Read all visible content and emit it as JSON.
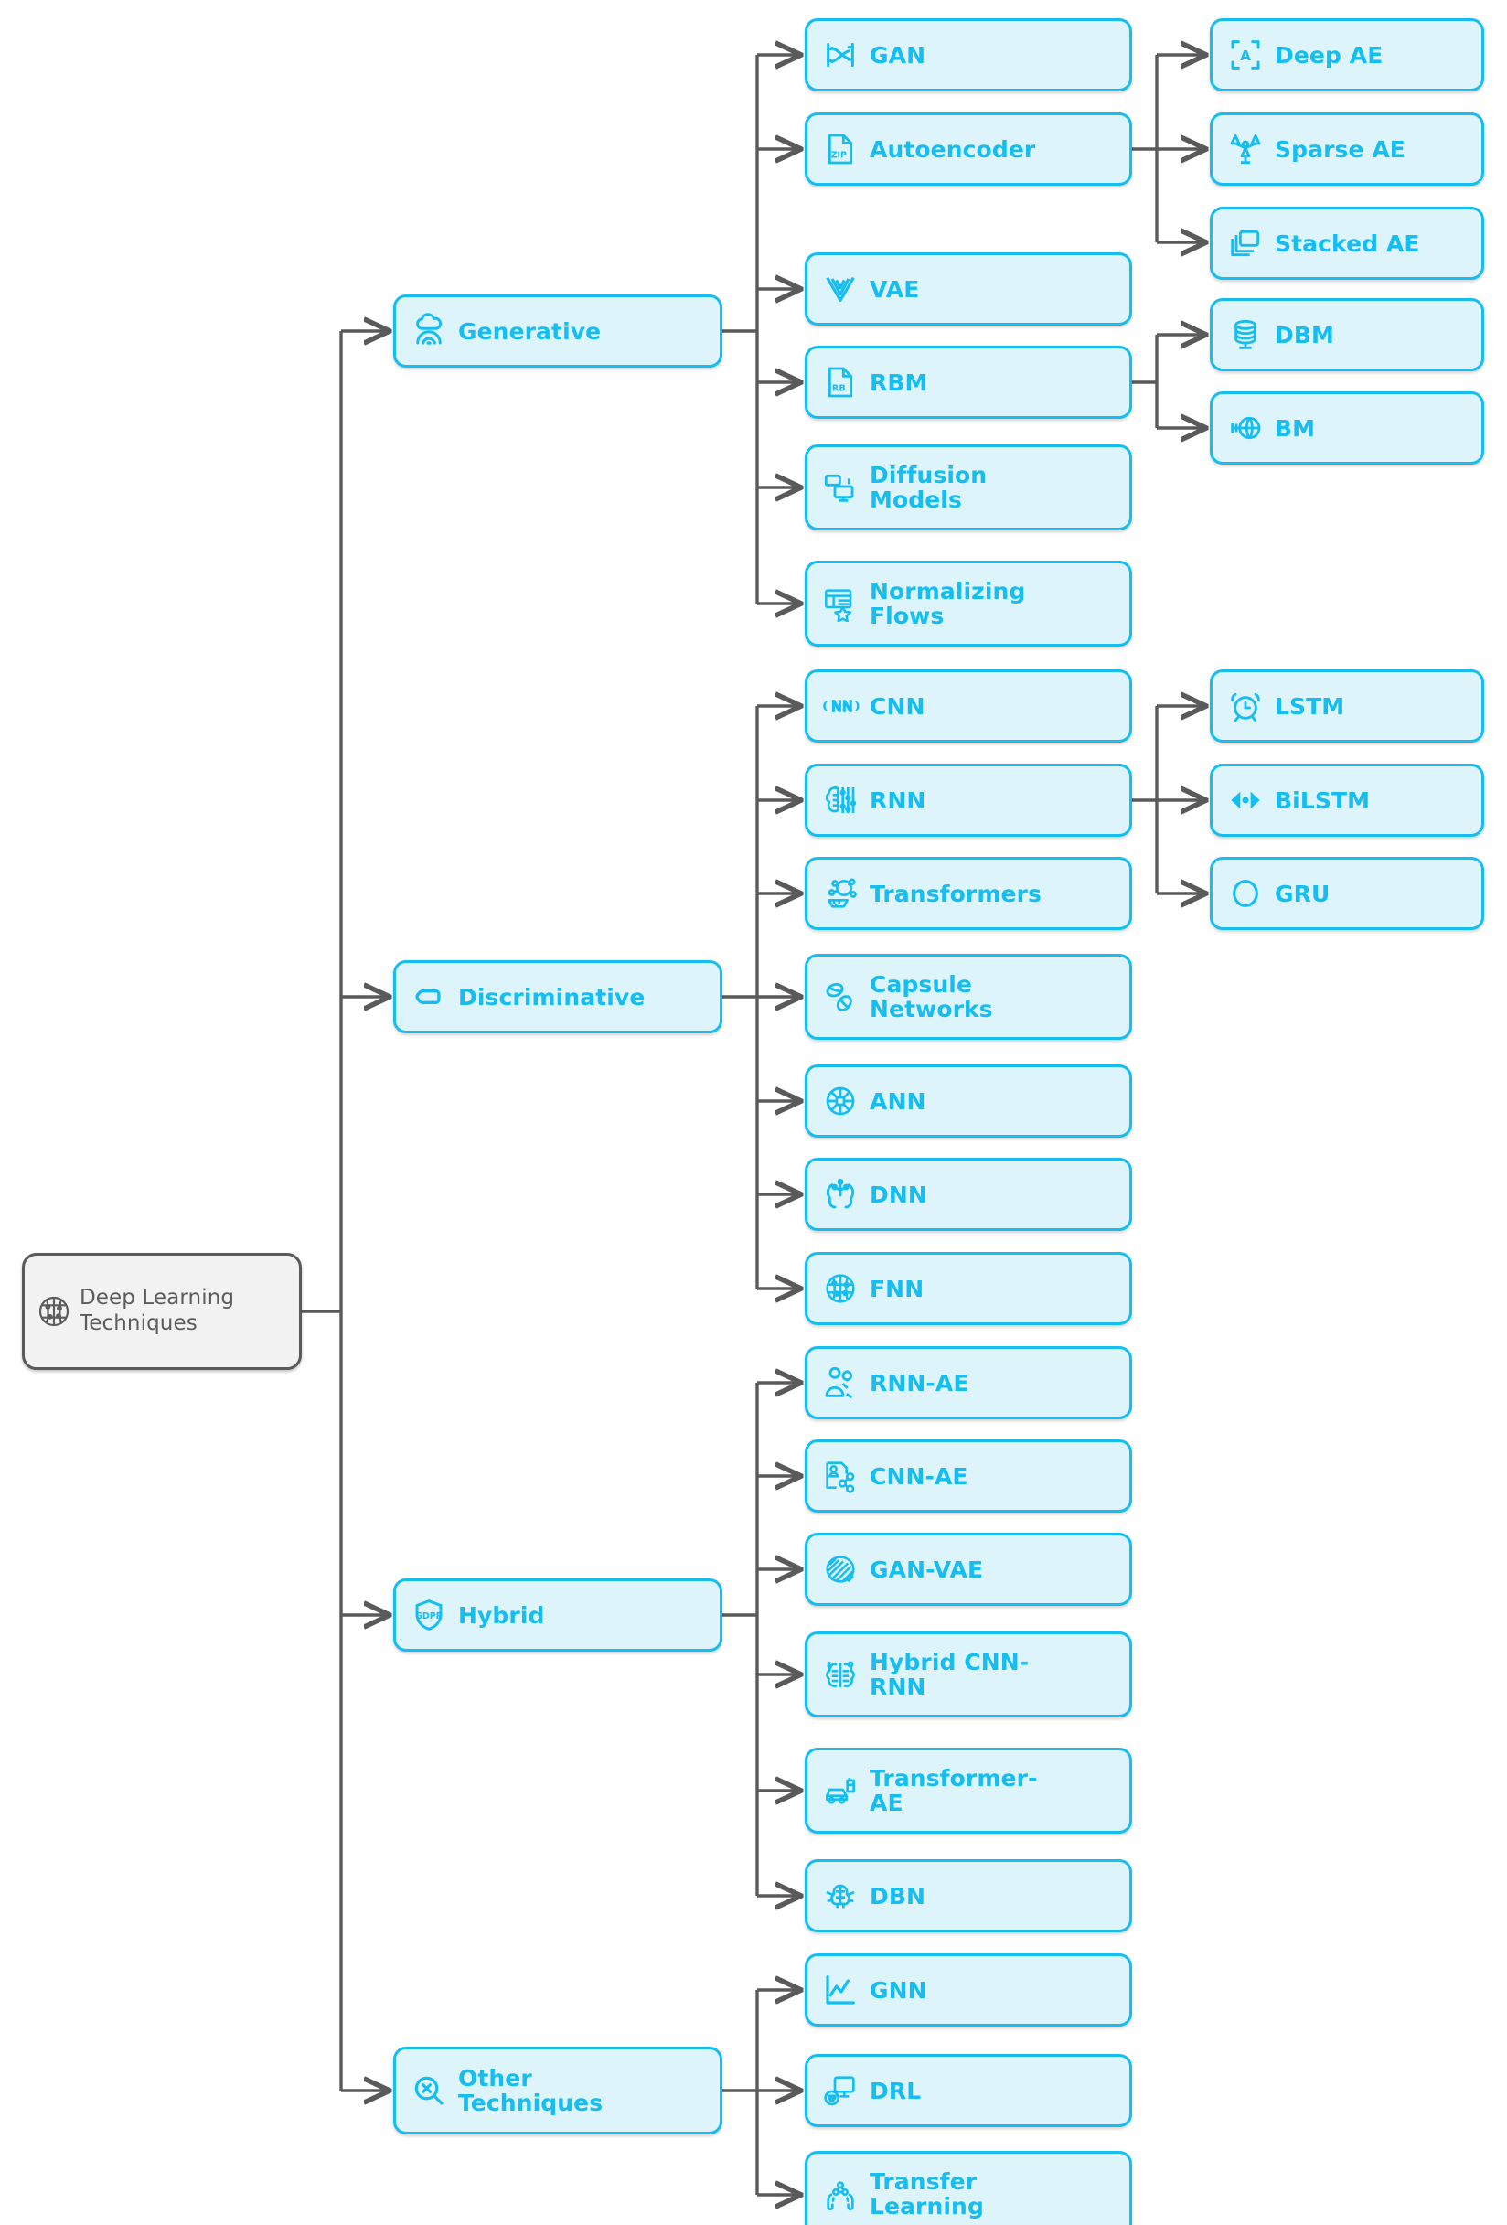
{
  "diagram": {
    "title": "Deep Learning Techniques taxonomy",
    "accent_color": "#15bdf0",
    "node_fill": "#ddf4fb",
    "root_fill": "#f2f2f2",
    "root_border": "#5a5a5a",
    "connector_color": "#5a5a5a"
  },
  "root": {
    "label": "Deep Learning Techniques",
    "icon": "brain-icon"
  },
  "branches": [
    {
      "label": "Generative",
      "icon": "cloud-network-icon"
    },
    {
      "label": "Discriminative",
      "icon": "shape-outline-icon"
    },
    {
      "label": "Hybrid",
      "icon": "gdpr-shield-icon"
    },
    {
      "label": "Other Techniques",
      "icon": "search-x-icon"
    }
  ],
  "generative": [
    {
      "label": "GAN",
      "icon": "dna-molecule-icon"
    },
    {
      "label": "Autoencoder",
      "icon": "zip-file-icon"
    },
    {
      "label": "VAE",
      "icon": "chevrons-down-icon"
    },
    {
      "label": "RBM",
      "icon": "rb-file-icon"
    },
    {
      "label": "Diffusion Models",
      "icon": "screens-icon"
    },
    {
      "label": "Normalizing Flows",
      "icon": "list-star-icon"
    }
  ],
  "autoencoder_children": [
    {
      "label": "Deep AE",
      "icon": "bracket-a-icon"
    },
    {
      "label": "Sparse AE",
      "icon": "sparse-nodes-icon"
    },
    {
      "label": "Stacked AE",
      "icon": "stacked-layers-icon"
    }
  ],
  "rbm_children": [
    {
      "label": "DBM",
      "icon": "database-icon"
    },
    {
      "label": "BM",
      "icon": "network-globe-icon"
    }
  ],
  "discriminative": [
    {
      "label": "CNN",
      "icon": "cnn-logo-icon"
    },
    {
      "label": "RNN",
      "icon": "brain-circuit-icon"
    },
    {
      "label": "Transformers",
      "icon": "nodes-graph-icon"
    },
    {
      "label": "Capsule Networks",
      "icon": "capsules-icon"
    },
    {
      "label": "ANN",
      "icon": "brain-chip-icon"
    },
    {
      "label": "DNN",
      "icon": "brain-split-icon"
    },
    {
      "label": "FNN",
      "icon": "brain-dense-icon"
    }
  ],
  "rnn_children": [
    {
      "label": "LSTM",
      "icon": "alarm-clock-icon"
    },
    {
      "label": "BiLSTM",
      "icon": "bidirectional-icon"
    },
    {
      "label": "GRU",
      "icon": "circle-icon"
    }
  ],
  "hybrid": [
    {
      "label": "RNN-AE",
      "icon": "person-gear-icon"
    },
    {
      "label": "CNN-AE",
      "icon": "file-share-icon"
    },
    {
      "label": "GAN-VAE",
      "icon": "hatched-brain-icon"
    },
    {
      "label": "Hybrid CNN-RNN",
      "icon": "brain-halves-icon"
    },
    {
      "label": "Transformer-AE",
      "icon": "car-transform-icon"
    },
    {
      "label": "DBN",
      "icon": "brain-wings-icon"
    }
  ],
  "other": [
    {
      "label": "GNN",
      "icon": "line-chart-icon"
    },
    {
      "label": "DRL",
      "icon": "screen-robot-icon"
    },
    {
      "label": "Transfer Learning",
      "icon": "hands-atom-icon"
    }
  ]
}
